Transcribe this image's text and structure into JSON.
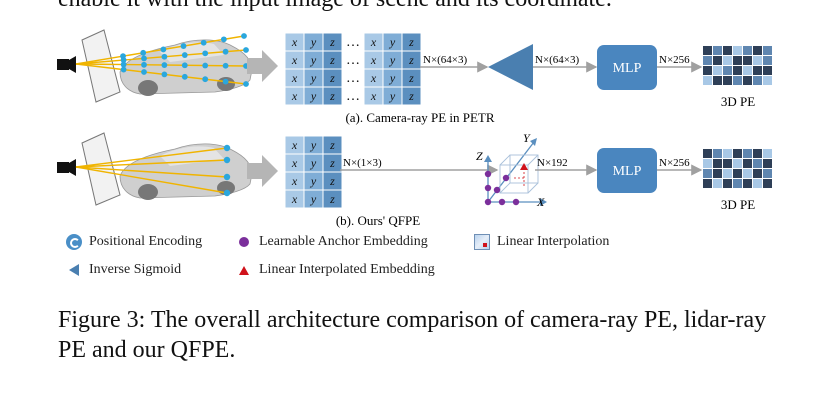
{
  "top_partial_text": "enable it with the input image of scene and its coordinate.",
  "panel_a": {
    "caption": "(a). Camera-ray PE in PETR",
    "matrix_cols": [
      "x",
      "y",
      "z",
      "x",
      "y",
      "z"
    ],
    "matrix_rows": 4,
    "ellipsis": "…",
    "label_matrix_out": "N×(64×3)",
    "label_sigmoid_out": "N×(64×3)",
    "label_mlp_out": "N×256",
    "mlp_label": "MLP",
    "output_label": "3D PE"
  },
  "panel_b": {
    "caption": "(b). Ours' QFPE",
    "matrix_cols": [
      "x",
      "y",
      "z"
    ],
    "matrix_rows": 4,
    "label_matrix_out": "N×(1×3)",
    "label_interp_out": "N×192",
    "label_mlp_out": "N×256",
    "axis_x": "X",
    "axis_y": "Y",
    "axis_z": "Z",
    "mlp_label": "MLP",
    "output_label": "3D PE"
  },
  "legend": {
    "positional_encoding": "Positional Encoding",
    "learnable_anchor": "Learnable Anchor Embedding",
    "linear_interpolation": "Linear Interpolation",
    "inverse_sigmoid": "Inverse Sigmoid",
    "linear_interpolated": "Linear Interpolated Embedding"
  },
  "figure_caption": "Figure 3: The overall architecture comparison of camera-ray PE, lidar-ray PE and our QFPE.",
  "colors": {
    "cell_light": "#a9c9e6",
    "cell_mid": "#7fadd6",
    "cell_dark": "#5b8fbf",
    "mlp": "#4a86bf",
    "ray": "#f0b400",
    "point": "#2aa7dd",
    "anchor": "#7b2f9b",
    "interp": "#d0121b",
    "arrow": "#b5b5b5",
    "pe_dark": "#2e3f57",
    "pe_mid": "#5f86b0",
    "pe_light": "#a8c8e6"
  }
}
